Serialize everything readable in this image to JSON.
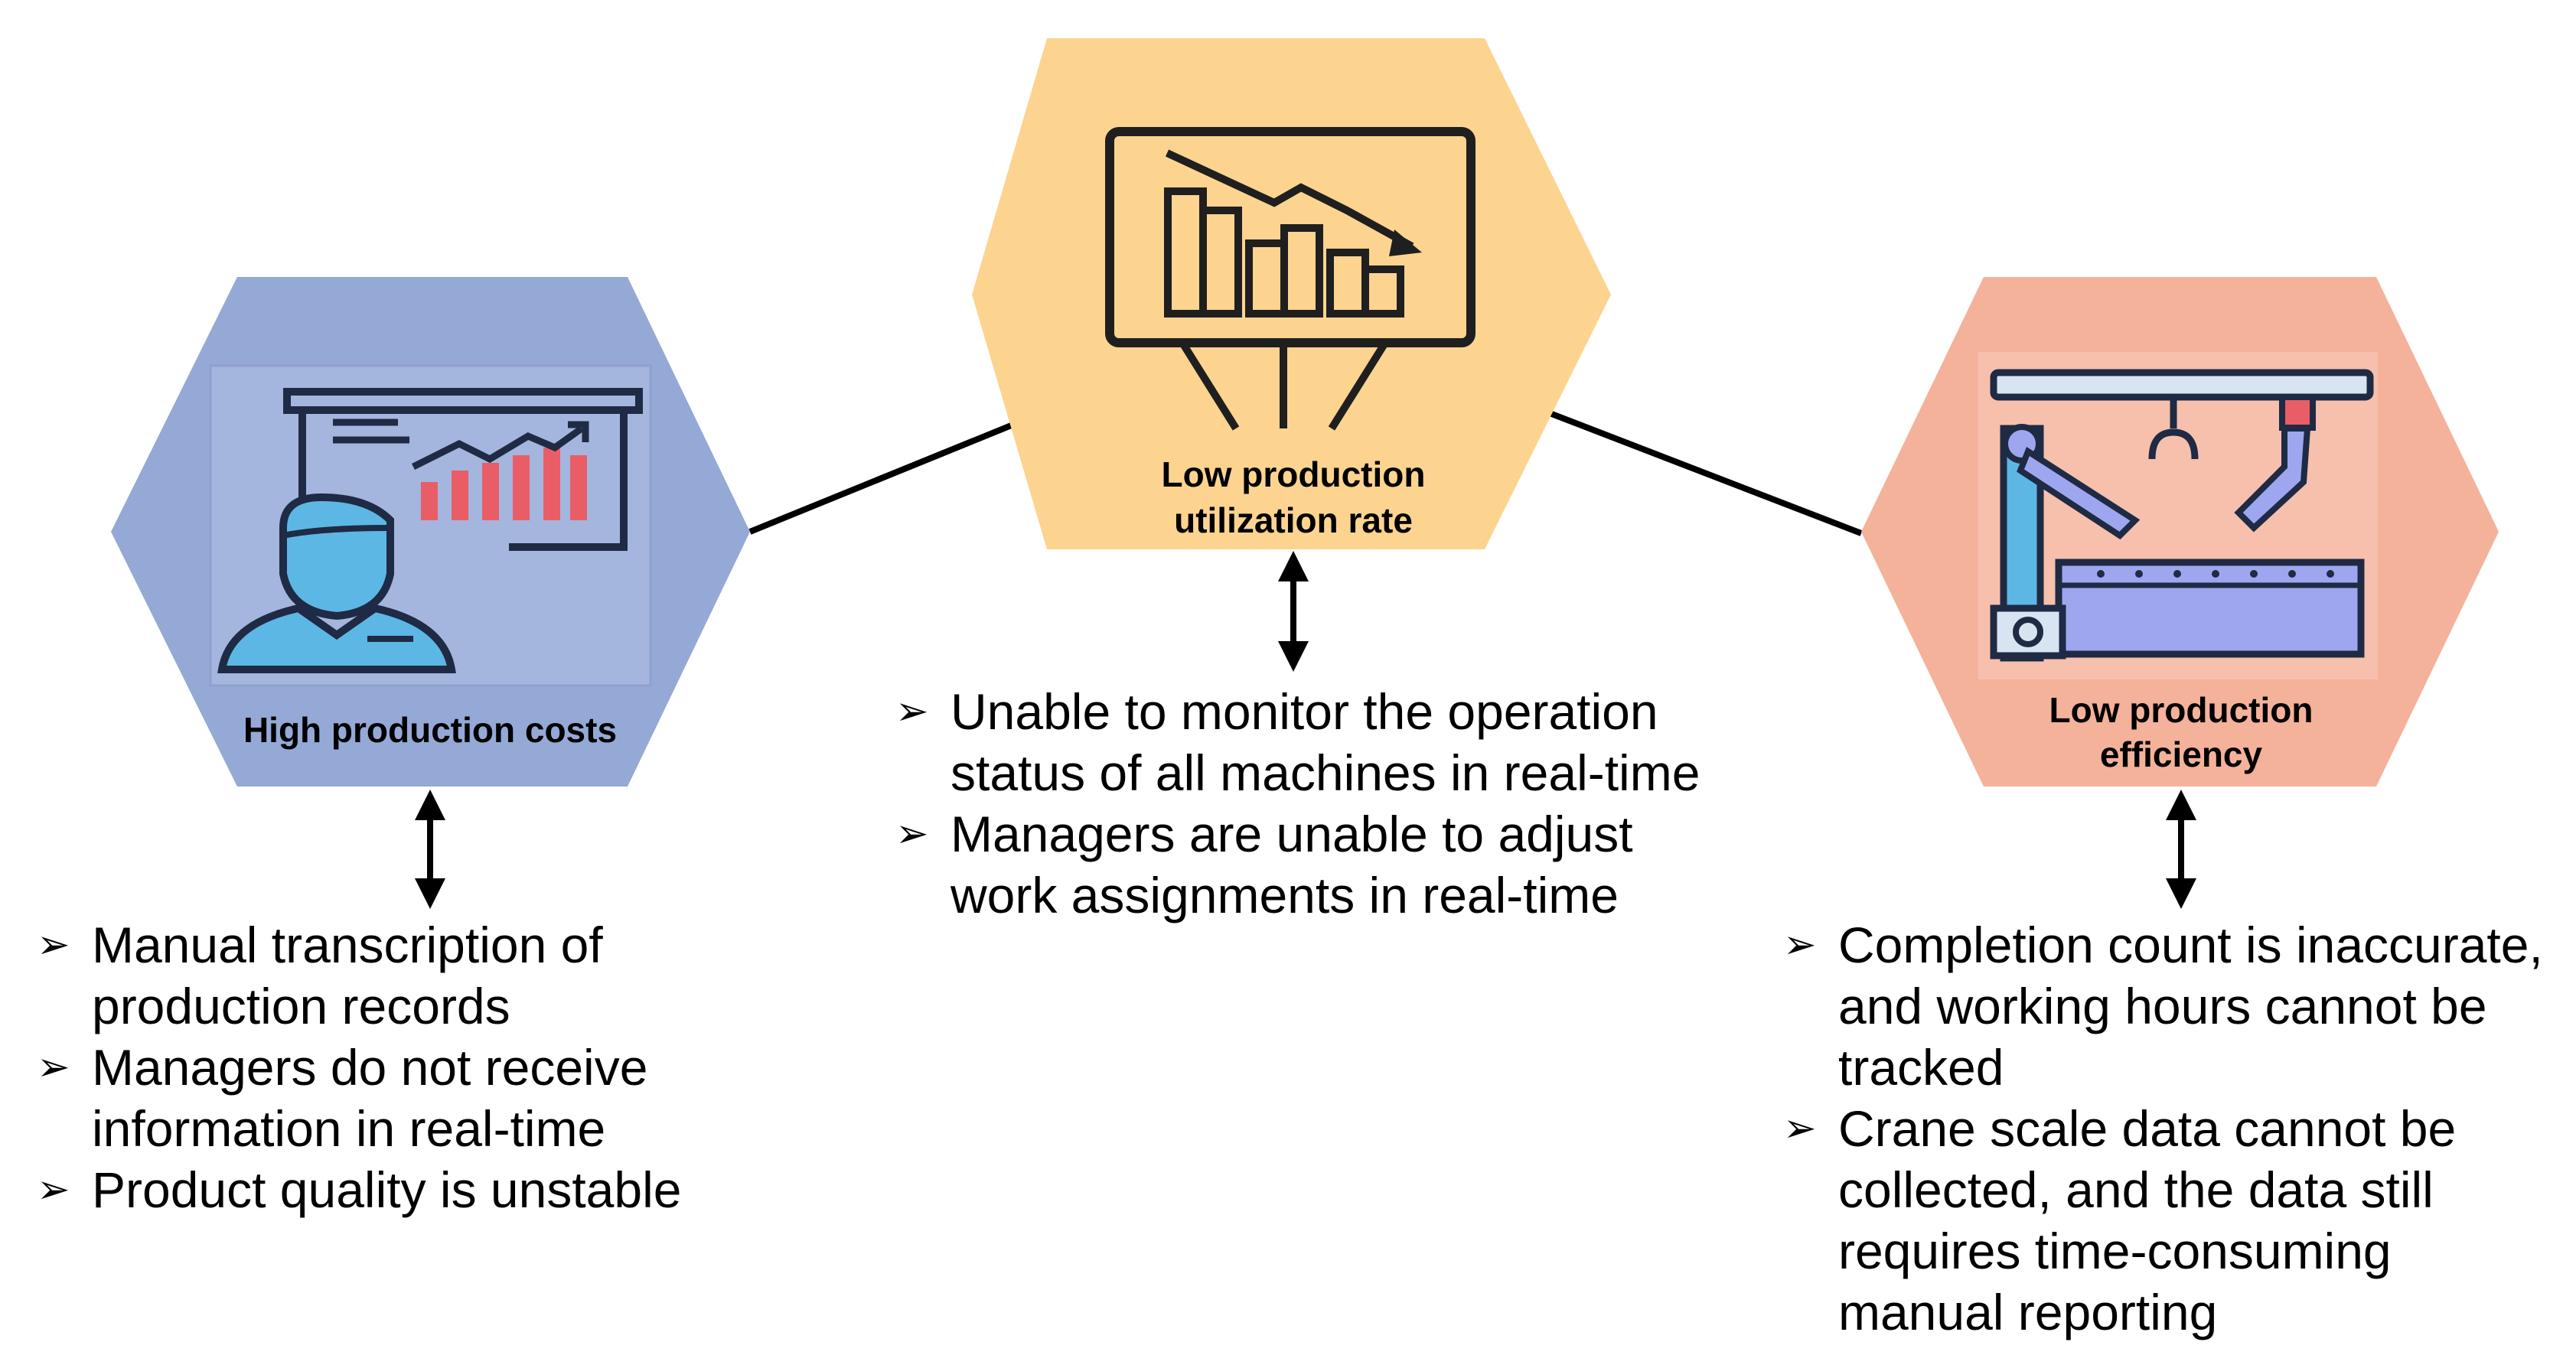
{
  "colors": {
    "left_hex": "#94a9d6",
    "left_panel": "#a4b5de",
    "center_hex": "#fcd490",
    "right_hex": "#f4b29a",
    "connector": "#000000",
    "accent_red": "#e95d66",
    "accent_blue": "#5cb7e5",
    "accent_lavender": "#9ea6ef"
  },
  "nodes": {
    "left": {
      "title": "High production costs",
      "icon": "presenter-with-rising-chart-icon",
      "bullets": [
        "Manual transcription of production records",
        "Managers do not receive information in real-time",
        "Product quality is unstable"
      ]
    },
    "center": {
      "title_line1": "Low production",
      "title_line2": "utilization rate",
      "icon": "declining-bar-chart-board-icon",
      "bullets": [
        "Unable to monitor the operation status of all machines in real-time",
        "Managers are unable to adjust work assignments in real-time"
      ]
    },
    "right": {
      "title_line1": "Low production",
      "title_line2": "efficiency",
      "icon": "robotic-arm-assembly-line-icon",
      "bullets": [
        "Completion count is inaccurate, and working hours cannot be tracked",
        "Crane scale data cannot be collected, and the data still requires time-consuming manual reporting"
      ]
    }
  }
}
